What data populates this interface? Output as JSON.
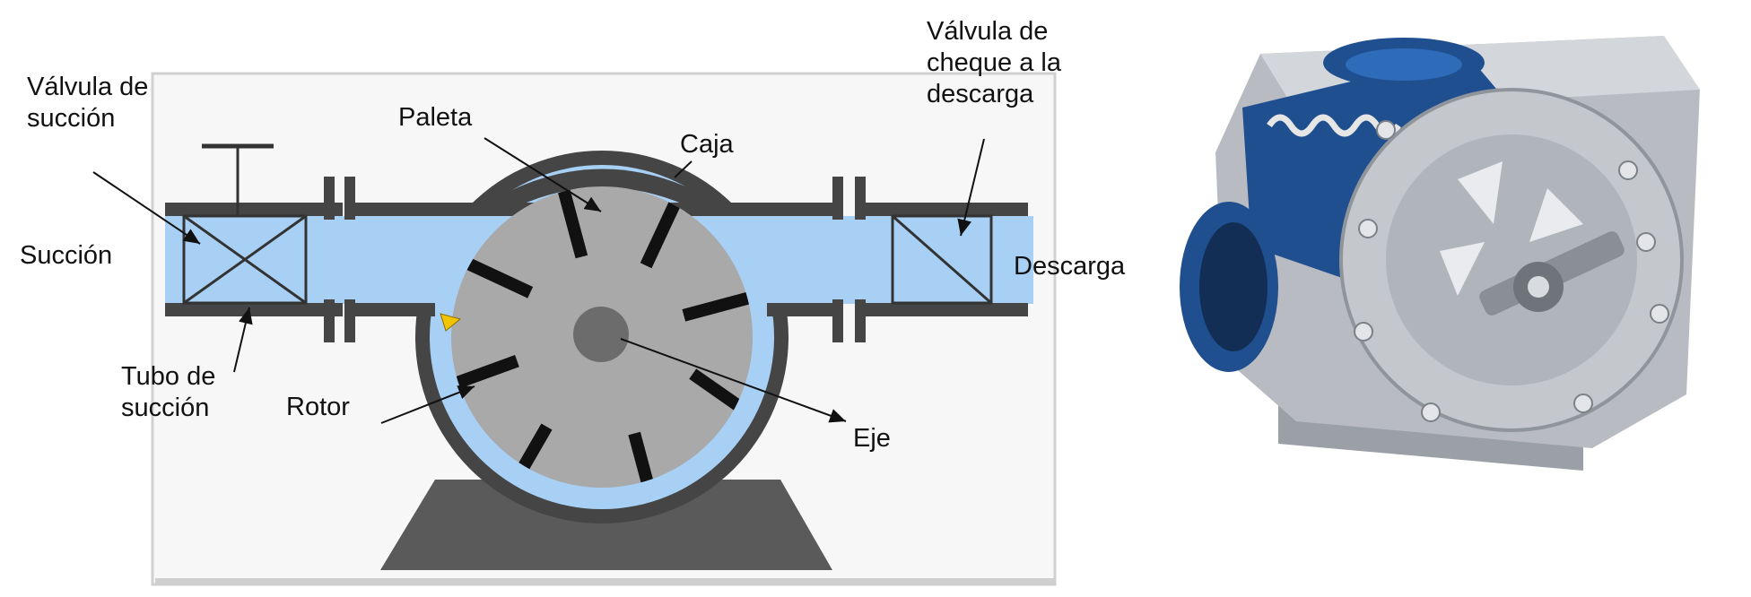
{
  "diagram": {
    "labels": {
      "valvula_succion": "Válvula de\nsucción",
      "succion": "Succión",
      "tubo_succion": "Tubo de\nsucción",
      "rotor": "Rotor",
      "paleta": "Paleta",
      "caja": "Caja",
      "eje": "Eje",
      "valvula_cheque": "Válvula de\ncheque a la\ndescarga",
      "descarga": "Descarga"
    },
    "colors": {
      "fluid": "#a8d0f5",
      "housing": "#454545",
      "rotor": "#a9a9a9",
      "shaft": "#6c6c6c",
      "vane": "#111111",
      "base": "#5a5a5a",
      "indicator": "#f2c400",
      "pump_blue": "#1f4f8f",
      "pump_metal": "#b8bcc2"
    }
  },
  "photo": {
    "icon": "vane-pump-cutaway-icon"
  }
}
